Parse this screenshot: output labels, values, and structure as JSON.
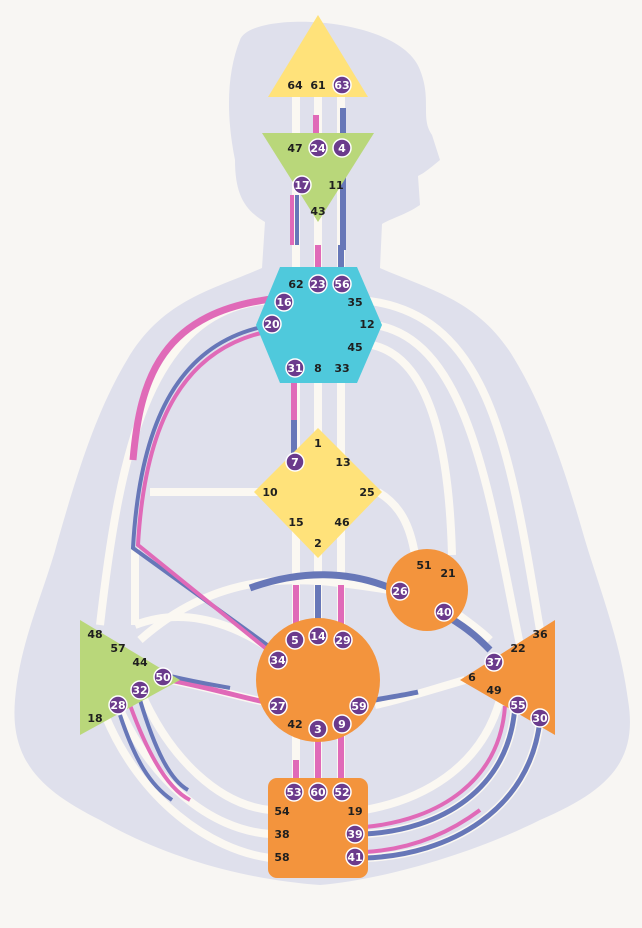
{
  "colors": {
    "background": "#f8f6f3",
    "silhouette": "#dfe0ec",
    "channel_inactive": "#fbf8f2",
    "channel_personality": "#6777b8",
    "channel_design": "#e06ab8",
    "gate_badge": "#6b3b8c",
    "center_head": "#ffe27a",
    "center_ajna": "#b9d77a",
    "center_throat": "#4fc9dc",
    "center_g": "#ffe27a",
    "center_heart": "#f3943d",
    "center_sacral": "#f3943d",
    "center_spleen": "#b9d77a",
    "center_solar_plexus": "#f3943d",
    "center_root": "#f3943d"
  },
  "centers": [
    {
      "id": "head",
      "gates": [
        {
          "n": "64",
          "active": false
        },
        {
          "n": "61",
          "active": false
        },
        {
          "n": "63",
          "active": true
        }
      ]
    },
    {
      "id": "ajna",
      "gates": [
        {
          "n": "47",
          "active": false
        },
        {
          "n": "24",
          "active": true
        },
        {
          "n": "4",
          "active": true
        },
        {
          "n": "17",
          "active": true
        },
        {
          "n": "11",
          "active": false
        },
        {
          "n": "43",
          "active": false
        }
      ]
    },
    {
      "id": "throat",
      "gates": [
        {
          "n": "62",
          "active": false
        },
        {
          "n": "23",
          "active": true
        },
        {
          "n": "56",
          "active": true
        },
        {
          "n": "16",
          "active": true
        },
        {
          "n": "35",
          "active": false
        },
        {
          "n": "20",
          "active": true
        },
        {
          "n": "12",
          "active": false
        },
        {
          "n": "45",
          "active": false
        },
        {
          "n": "31",
          "active": true
        },
        {
          "n": "8",
          "active": false
        },
        {
          "n": "33",
          "active": false
        }
      ]
    },
    {
      "id": "g",
      "gates": [
        {
          "n": "1",
          "active": false
        },
        {
          "n": "7",
          "active": true
        },
        {
          "n": "13",
          "active": false
        },
        {
          "n": "10",
          "active": false
        },
        {
          "n": "25",
          "active": false
        },
        {
          "n": "15",
          "active": false
        },
        {
          "n": "46",
          "active": false
        },
        {
          "n": "2",
          "active": false
        }
      ]
    },
    {
      "id": "heart",
      "gates": [
        {
          "n": "51",
          "active": false
        },
        {
          "n": "21",
          "active": false
        },
        {
          "n": "26",
          "active": true
        },
        {
          "n": "40",
          "active": true
        }
      ]
    },
    {
      "id": "sacral",
      "gates": [
        {
          "n": "5",
          "active": true
        },
        {
          "n": "14",
          "active": true
        },
        {
          "n": "29",
          "active": true
        },
        {
          "n": "34",
          "active": true
        },
        {
          "n": "27",
          "active": true
        },
        {
          "n": "59",
          "active": true
        },
        {
          "n": "42",
          "active": false
        },
        {
          "n": "3",
          "active": true
        },
        {
          "n": "9",
          "active": true
        }
      ]
    },
    {
      "id": "spleen",
      "gates": [
        {
          "n": "48",
          "active": false
        },
        {
          "n": "57",
          "active": false
        },
        {
          "n": "44",
          "active": false
        },
        {
          "n": "50",
          "active": true
        },
        {
          "n": "32",
          "active": true
        },
        {
          "n": "28",
          "active": true
        },
        {
          "n": "18",
          "active": false
        }
      ]
    },
    {
      "id": "solar-plexus",
      "gates": [
        {
          "n": "36",
          "active": false
        },
        {
          "n": "22",
          "active": false
        },
        {
          "n": "37",
          "active": true
        },
        {
          "n": "6",
          "active": false
        },
        {
          "n": "49",
          "active": false
        },
        {
          "n": "55",
          "active": true
        },
        {
          "n": "30",
          "active": true
        }
      ]
    },
    {
      "id": "root",
      "gates": [
        {
          "n": "53",
          "active": true
        },
        {
          "n": "60",
          "active": true
        },
        {
          "n": "52",
          "active": true
        },
        {
          "n": "54",
          "active": false
        },
        {
          "n": "19",
          "active": false
        },
        {
          "n": "38",
          "active": false
        },
        {
          "n": "39",
          "active": true
        },
        {
          "n": "58",
          "active": false
        },
        {
          "n": "41",
          "active": true
        }
      ]
    }
  ]
}
